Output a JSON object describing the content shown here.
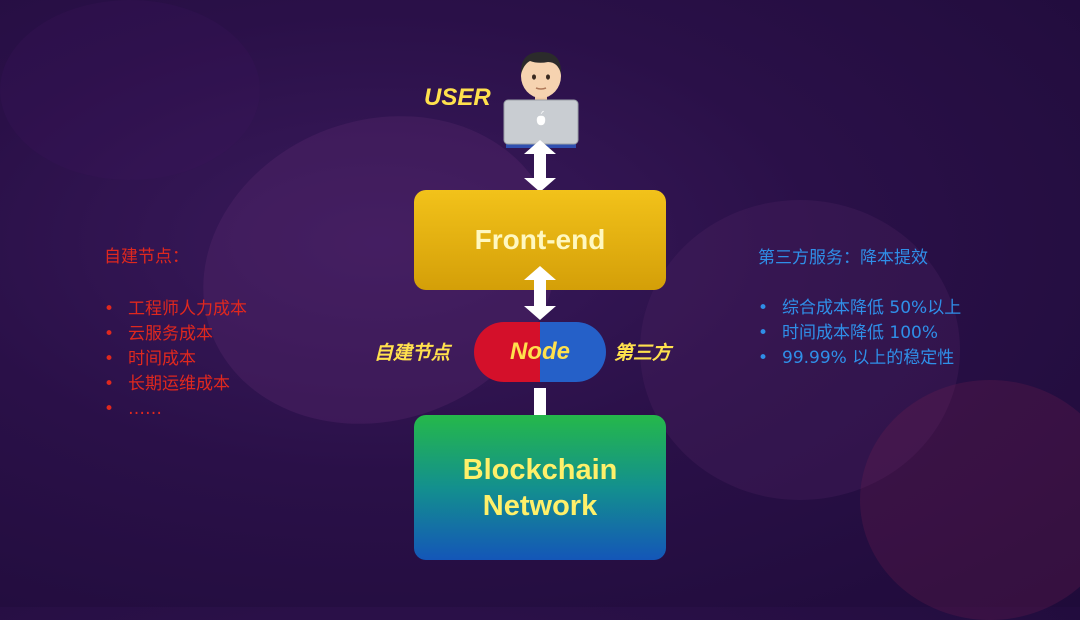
{
  "user": {
    "label": "USER",
    "icon": "person-with-laptop-icon"
  },
  "frontend": {
    "label": "Front-end",
    "color": "#f2c21a"
  },
  "node": {
    "label": "Node",
    "left_label": "自建节点",
    "right_label": "第三方",
    "left_color": "#d4102a",
    "right_color": "#2560c8"
  },
  "blockchain": {
    "line1": "Blockchain",
    "line2": "Network"
  },
  "self_hosted": {
    "title": "自建节点：",
    "items": [
      "工程师人力成本",
      "云服务成本",
      "时间成本",
      "长期运维成本",
      "……"
    ],
    "color": "#e0281e"
  },
  "third_party": {
    "title": "第三方服务：降本提效",
    "items": [
      "综合成本降低 50%以上",
      "时间成本降低 100%",
      "99.99% 以上的稳定性"
    ],
    "color": "#2f8fe8"
  }
}
